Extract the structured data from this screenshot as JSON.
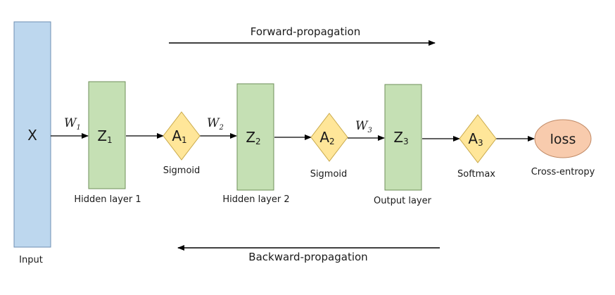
{
  "colors": {
    "input_fill": "#bdd7ee",
    "input_stroke": "#6f8fb3",
    "layer_fill": "#c5e0b4",
    "layer_stroke": "#6f8f5a",
    "activation_fill": "#ffe699",
    "activation_stroke": "#c9a94a",
    "loss_fill": "#f8cbad",
    "loss_stroke": "#c08a66",
    "arrow": "#000000"
  },
  "flow": {
    "forward": "Forward-propagation",
    "backward": "Backward-propagation"
  },
  "input": {
    "symbol": "X",
    "caption": "Input"
  },
  "layers": [
    {
      "symbol": "Z",
      "sub": "1",
      "caption": "Hidden layer 1"
    },
    {
      "symbol": "Z",
      "sub": "2",
      "caption": "Hidden layer 2"
    },
    {
      "symbol": "Z",
      "sub": "3",
      "caption": "Output layer"
    }
  ],
  "activations": [
    {
      "symbol": "A",
      "sub": "1",
      "caption": "Sigmoid"
    },
    {
      "symbol": "A",
      "sub": "2",
      "caption": "Sigmoid"
    },
    {
      "symbol": "A",
      "sub": "3",
      "caption": "Softmax"
    }
  ],
  "weights": [
    {
      "symbol": "W",
      "sub": "1"
    },
    {
      "symbol": "W",
      "sub": "2"
    },
    {
      "symbol": "W",
      "sub": "3"
    }
  ],
  "loss": {
    "label": "loss",
    "caption": "Cross-entropy"
  }
}
